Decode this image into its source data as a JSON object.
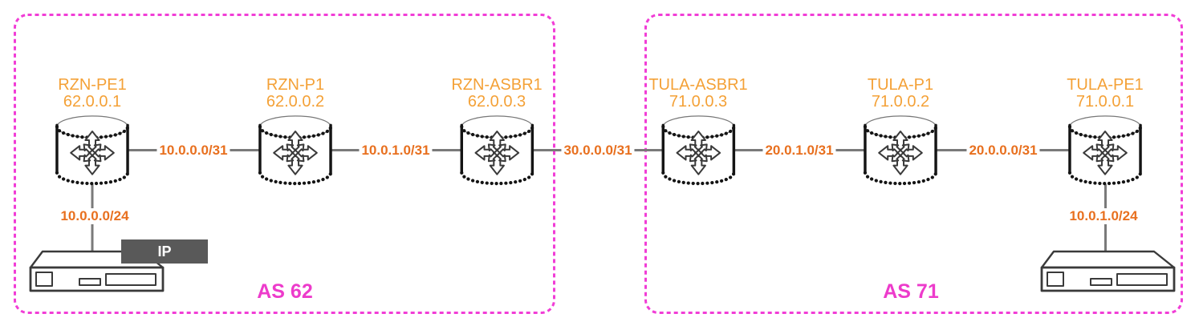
{
  "diagram": {
    "as_groups": [
      {
        "label": "AS 62",
        "routers": [
          {
            "name": "RZN-PE1",
            "ip": "62.0.0.1"
          },
          {
            "name": "RZN-P1",
            "ip": "62.0.0.2"
          },
          {
            "name": "RZN-ASBR1",
            "ip": "62.0.0.3"
          }
        ]
      },
      {
        "label": "AS 71",
        "routers": [
          {
            "name": "TULA-ASBR1",
            "ip": "71.0.0.3"
          },
          {
            "name": "TULA-P1",
            "ip": "71.0.0.2"
          },
          {
            "name": "TULA-PE1",
            "ip": "71.0.0.1"
          }
        ]
      }
    ],
    "links": [
      {
        "label": "10.0.0.0/31",
        "between": [
          "RZN-PE1",
          "RZN-P1"
        ]
      },
      {
        "label": "10.0.1.0/31",
        "between": [
          "RZN-P1",
          "RZN-ASBR1"
        ]
      },
      {
        "label": "30.0.0.0/31",
        "between": [
          "RZN-ASBR1",
          "TULA-ASBR1"
        ]
      },
      {
        "label": "20.0.1.0/31",
        "between": [
          "TULA-ASBR1",
          "TULA-P1"
        ]
      },
      {
        "label": "20.0.0.0/31",
        "between": [
          "TULA-P1",
          "TULA-PE1"
        ]
      }
    ],
    "access_links": [
      {
        "label": "10.0.0.0/24",
        "router": "RZN-PE1"
      },
      {
        "label": "10.0.1.0/24",
        "router": "TULA-PE1"
      }
    ],
    "ip_badge": "IP",
    "icons": {
      "router": "router-icon",
      "host": "server-icon"
    },
    "colors": {
      "as_border": "#F13DD6",
      "as_label": "#ED3BCB",
      "router_label": "#F4A137",
      "link_label": "#E8701F",
      "link_line": "#7A7A7A",
      "ip_badge_bg": "#595959",
      "ip_badge_text": "#FFFFFF"
    }
  }
}
